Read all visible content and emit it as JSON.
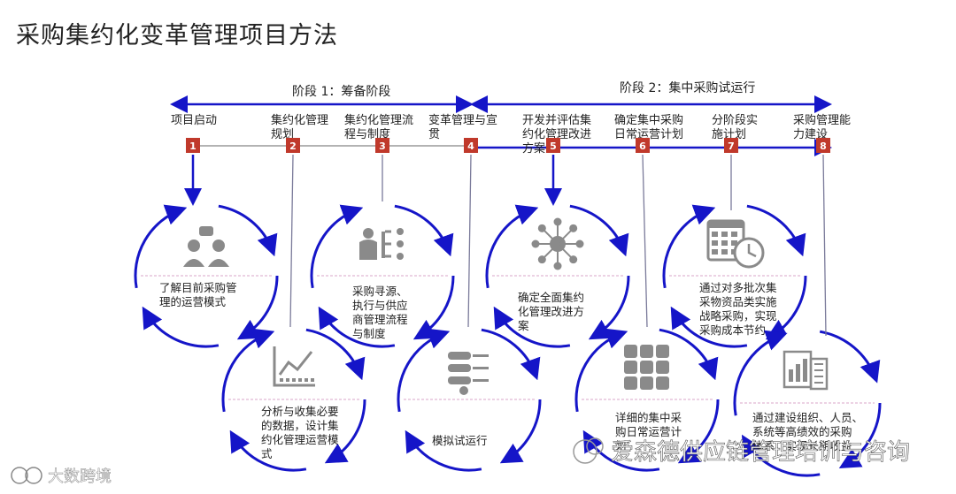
{
  "title": "采购集约化变革管理项目方法",
  "phases": [
    {
      "label": "阶段 1：筹备阶段"
    },
    {
      "label": "阶段 2：集中采购试运行"
    }
  ],
  "steps": [
    {
      "num": "1",
      "lines": [
        "项目启动"
      ]
    },
    {
      "num": "2",
      "lines": [
        "集约化管理",
        "规划"
      ]
    },
    {
      "num": "3",
      "lines": [
        "集约化管理流",
        "程与制度"
      ]
    },
    {
      "num": "4",
      "lines": [
        "变革管理与宣",
        "贯"
      ]
    },
    {
      "num": "5",
      "lines": [
        "开发并评估集",
        "约化管理改进",
        "方案"
      ]
    },
    {
      "num": "6",
      "lines": [
        "确定集中采购",
        "日常运营计划"
      ]
    },
    {
      "num": "7",
      "lines": [
        "分阶段实",
        "施计划"
      ]
    },
    {
      "num": "8",
      "lines": [
        "采购管理能",
        "力建设"
      ]
    }
  ],
  "circles": [
    {
      "icon": "meeting-people-icon",
      "lines": [
        "了解目前采购管",
        "理的运营模式"
      ]
    },
    {
      "icon": "line-chart-icon",
      "lines": [
        "分析与收集必要",
        "的数据，设计集",
        "约化管理运营模",
        "式"
      ]
    },
    {
      "icon": "process-person-icon",
      "lines": [
        "采购寻源、",
        "执行与供应",
        "商管理流程",
        "与制度"
      ]
    },
    {
      "icon": "sliders-icon",
      "lines": [
        "模拟试运行"
      ]
    },
    {
      "icon": "network-hub-icon",
      "lines": [
        "确定全面集约",
        "化管理改进方",
        "案"
      ]
    },
    {
      "icon": "grid-blocks-icon",
      "lines": [
        "详细的集中采",
        "购日常运营计",
        "划"
      ]
    },
    {
      "icon": "calendar-clock-icon",
      "lines": [
        "通过对多批次集",
        "采物资品类实施",
        "战略采购，实现",
        "采购成本节约"
      ]
    },
    {
      "icon": "document-chart-icon",
      "lines": [
        "通过建设组织、人员、",
        "系统等高绩效的采购",
        "体系，实现长期收益"
      ]
    }
  ],
  "watermark": {
    "left": "大数跨境",
    "right": "爱森德供应链管理培训与咨询"
  },
  "colors": {
    "arrow_blue": "#1515c8",
    "badge_red": "#c0392b",
    "icon_gray": "#8a8a8a",
    "divider_pink": "#d9a6c8"
  }
}
